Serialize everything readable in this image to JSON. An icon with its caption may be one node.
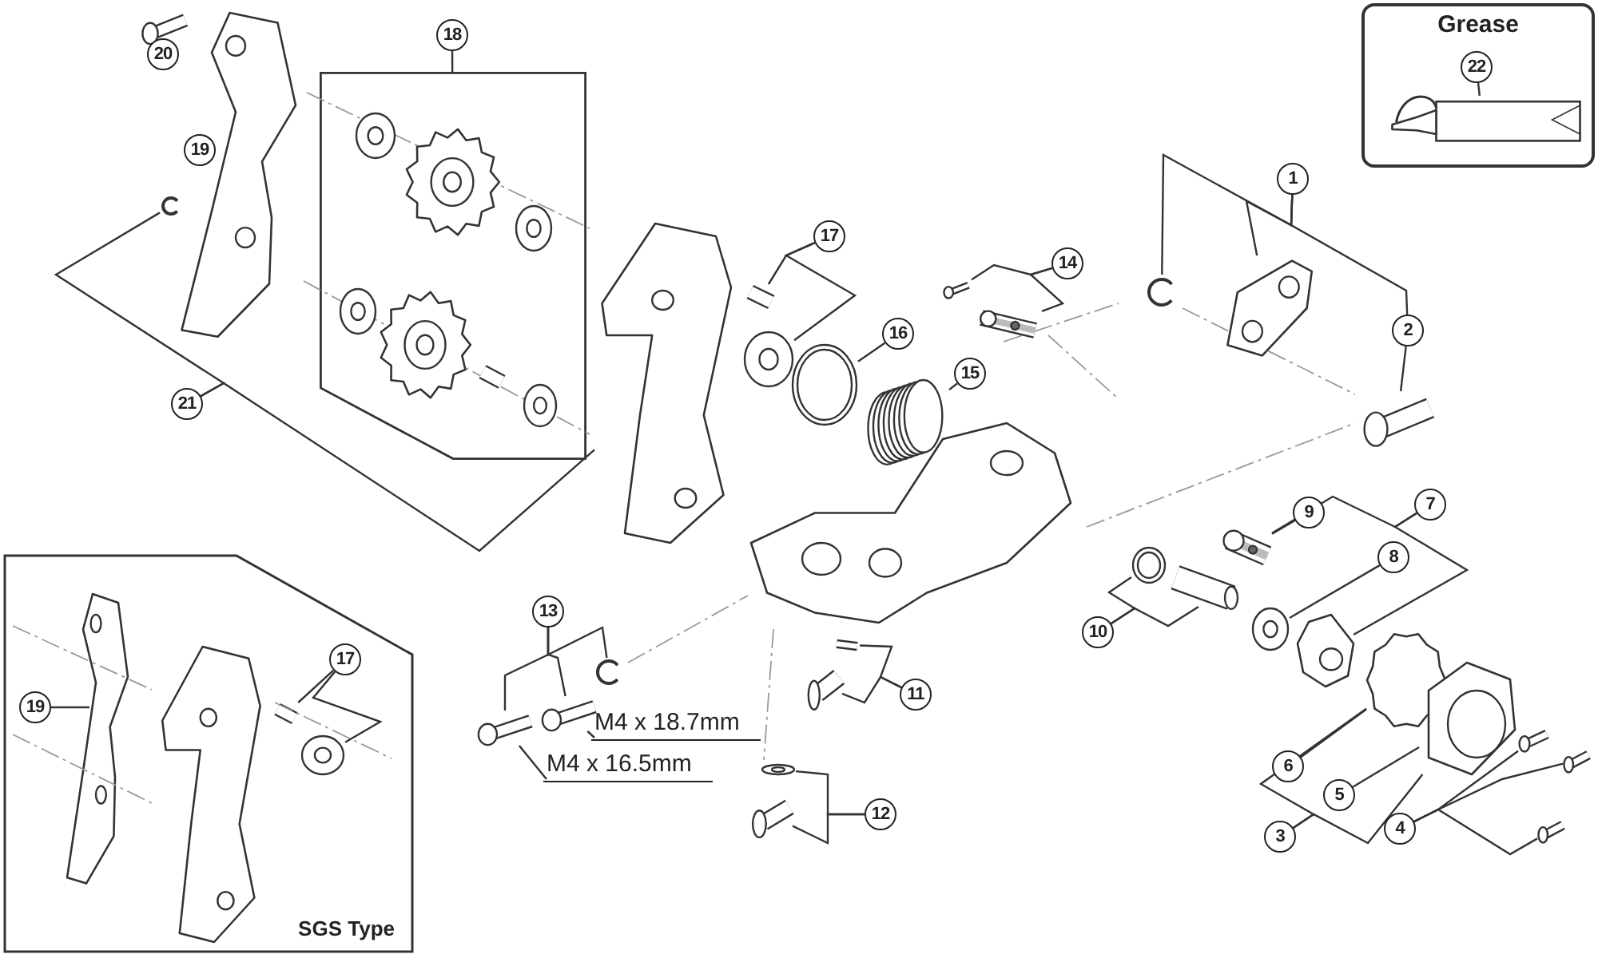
{
  "diagram": {
    "nodes": [
      {
        "text": [
          "Grease"
        ]
      },
      {
        "text": [
          "22"
        ],
        "in": 0
      },
      {
        "text": [],
        "shape": "picture",
        "in": 0
      },
      {
        "text": [
          "SGS Type"
        ]
      },
      {
        "text": [
          "19"
        ],
        "in": 3
      },
      {
        "text": [
          "17"
        ],
        "in": 3
      },
      {
        "text": [],
        "shape": "picture",
        "in": 3
      },
      {
        "text": [],
        "shape": "picture",
        "in": 3
      },
      {
        "text": [],
        "shape": "picture",
        "in": 3
      },
      {
        "text": [],
        "shape": "picture",
        "in": 3
      },
      {
        "text": [],
        "shape": "box"
      },
      {
        "text": [],
        "shape": "picture",
        "in": 10
      },
      {
        "text": [],
        "shape": "picture",
        "in": 10
      },
      {
        "text": [],
        "shape": "picture",
        "in": 10
      },
      {
        "text": [],
        "shape": "picture",
        "in": 10
      },
      {
        "text": [],
        "shape": "picture",
        "in": 10
      },
      {
        "text": [],
        "shape": "picture",
        "in": 10
      },
      {
        "text": [],
        "shape": "picture",
        "in": 10
      },
      {
        "text": [
          "20"
        ]
      },
      {
        "text": [],
        "shape": "picture"
      },
      {
        "text": [
          "19"
        ]
      },
      {
        "text": [],
        "shape": "picture"
      },
      {
        "text": [
          "18"
        ]
      },
      {
        "text": [
          "21"
        ]
      },
      {
        "text": [],
        "shape": "picture"
      },
      {
        "text": [],
        "shape": "picture"
      },
      {
        "text": [
          "17"
        ]
      },
      {
        "text": [],
        "shape": "picture"
      },
      {
        "text": [],
        "shape": "picture"
      },
      {
        "text": [
          "16"
        ]
      },
      {
        "text": [],
        "shape": "picture"
      },
      {
        "text": [
          "15"
        ]
      },
      {
        "text": [],
        "shape": "picture"
      },
      {
        "text": [
          "14"
        ]
      },
      {
        "text": [],
        "shape": "picture"
      },
      {
        "text": [],
        "shape": "picture"
      },
      {
        "text": [
          "1"
        ]
      },
      {
        "text": [],
        "shape": "picture"
      },
      {
        "text": [],
        "shape": "picture"
      },
      {
        "text": [
          "2"
        ]
      },
      {
        "text": [],
        "shape": "picture"
      },
      {
        "text": [],
        "shape": "picture"
      },
      {
        "text": [
          "13"
        ]
      },
      {
        "text": [],
        "shape": "picture"
      },
      {
        "text": [],
        "shape": "picture"
      },
      {
        "text": [],
        "shape": "picture"
      },
      {
        "text": [
          "M4 x 18.7mm"
        ]
      },
      {
        "text": [
          "M4 x 16.5mm"
        ]
      },
      {
        "text": [
          "11"
        ]
      },
      {
        "text": [],
        "shape": "picture"
      },
      {
        "text": [],
        "shape": "picture"
      },
      {
        "text": [
          "12"
        ]
      },
      {
        "text": [],
        "shape": "picture"
      },
      {
        "text": [],
        "shape": "picture"
      },
      {
        "text": [
          "10"
        ]
      },
      {
        "text": [],
        "shape": "picture"
      },
      {
        "text": [],
        "shape": "picture"
      },
      {
        "text": [
          "9"
        ]
      },
      {
        "text": [],
        "shape": "picture"
      },
      {
        "text": [
          "7"
        ]
      },
      {
        "text": [
          "8"
        ]
      },
      {
        "text": [],
        "shape": "picture"
      },
      {
        "text": [],
        "shape": "picture"
      },
      {
        "text": [
          "6"
        ]
      },
      {
        "text": [],
        "shape": "picture"
      },
      {
        "text": [
          "5"
        ]
      },
      {
        "text": [],
        "shape": "picture"
      },
      {
        "text": [
          "3"
        ]
      },
      {
        "text": [
          "4"
        ]
      },
      {
        "text": [],
        "shape": "picture"
      },
      {
        "text": [],
        "shape": "picture"
      },
      {
        "text": [],
        "shape": "picture"
      }
    ],
    "edges": [
      {
        "from": 1,
        "to": 2,
        "arrow": "none"
      },
      {
        "from": 4,
        "to": 6,
        "arrow": "none"
      },
      {
        "from": 5,
        "to": 8,
        "arrow": "none"
      },
      {
        "from": 5,
        "to": 9,
        "arrow": "none"
      },
      {
        "from": 22,
        "to": 10,
        "arrow": "none"
      },
      {
        "from": 18,
        "to": 19,
        "arrow": "none"
      },
      {
        "from": 20,
        "to": 21,
        "arrow": "none"
      },
      {
        "from": 23,
        "to": 24,
        "arrow": "none"
      },
      {
        "from": 23,
        "to": 25,
        "arrow": "none"
      },
      {
        "from": 26,
        "to": 27,
        "arrow": "none"
      },
      {
        "from": 26,
        "to": 28,
        "arrow": "none"
      },
      {
        "from": 29,
        "to": 30,
        "arrow": "none"
      },
      {
        "from": 31,
        "to": 32,
        "arrow": "none"
      },
      {
        "from": 33,
        "to": 34,
        "arrow": "none"
      },
      {
        "from": 33,
        "to": 35,
        "arrow": "none"
      },
      {
        "from": 36,
        "to": 37,
        "arrow": "none"
      },
      {
        "from": 36,
        "to": 38,
        "arrow": "none"
      },
      {
        "from": 36,
        "to": 39,
        "arrow": "none"
      },
      {
        "from": 39,
        "to": 40,
        "arrow": "none"
      },
      {
        "from": 42,
        "to": 43,
        "arrow": "none"
      },
      {
        "from": 42,
        "to": 44,
        "arrow": "none"
      },
      {
        "from": 42,
        "to": 45,
        "arrow": "none"
      },
      {
        "from": 46,
        "to": 44,
        "arrow": "none"
      },
      {
        "from": 47,
        "to": 43,
        "arrow": "none"
      },
      {
        "from": 48,
        "to": 49,
        "arrow": "none"
      },
      {
        "from": 48,
        "to": 50,
        "arrow": "none"
      },
      {
        "from": 51,
        "to": 52,
        "arrow": "none"
      },
      {
        "from": 51,
        "to": 53,
        "arrow": "none"
      },
      {
        "from": 54,
        "to": 55,
        "arrow": "none"
      },
      {
        "from": 54,
        "to": 56,
        "arrow": "none"
      },
      {
        "from": 57,
        "to": 58,
        "arrow": "none"
      },
      {
        "from": 59,
        "to": 58,
        "arrow": "none"
      },
      {
        "from": 59,
        "to": 62,
        "arrow": "none"
      },
      {
        "from": 60,
        "to": 61,
        "arrow": "none"
      },
      {
        "from": 63,
        "to": 64,
        "arrow": "none"
      },
      {
        "from": 65,
        "to": 66,
        "arrow": "none"
      },
      {
        "from": 67,
        "to": 64,
        "arrow": "none"
      },
      {
        "from": 67,
        "to": 66,
        "arrow": "none"
      },
      {
        "from": 68,
        "to": 69,
        "arrow": "none"
      },
      {
        "from": 68,
        "to": 70,
        "arrow": "none"
      },
      {
        "from": 68,
        "to": 71,
        "arrow": "none"
      }
    ]
  }
}
